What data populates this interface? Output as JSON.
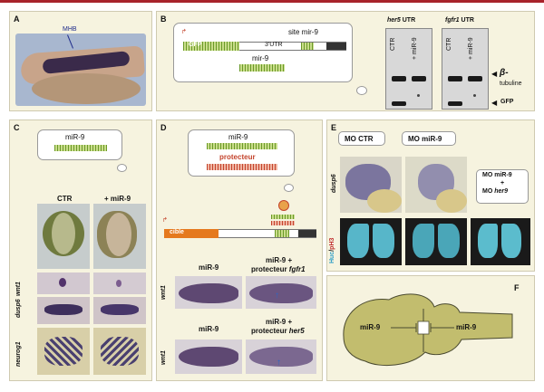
{
  "panels": {
    "a": {
      "label": "A",
      "mhb": "MHB"
    },
    "b": {
      "label": "B",
      "gfp": "GFP",
      "utr3": "3'UTR",
      "site": "site mir-9",
      "mir9": "mir-9",
      "her5_gene": "her5",
      "her5_suffix": " UTR",
      "fgfr1_gene": "fgfr1",
      "fgfr1_suffix": " UTR",
      "ctr1": "CTR",
      "mir9a": "+ miR-9",
      "ctr2": "CTR",
      "mir9b": "+ miR-9",
      "beta": "β-",
      "tubuline": "tubuline",
      "gfp_band": "GFP"
    },
    "c": {
      "label": "C",
      "mir9": "miR-9",
      "ctr": "CTR",
      "plus": "+ miR-9",
      "dusp6": "dusp6",
      "wnt1": "wnt1",
      "neurog1": "neurog1"
    },
    "d": {
      "label": "D",
      "mir9": "miR-9",
      "protecteur": "protecteur",
      "cible": "cible",
      "wnt1a": "wnt1",
      "wnt1b": "wnt1",
      "img1": "miR-9",
      "img2_line1": "miR-9 +",
      "img2_line2": "protecteur ",
      "img2_gene": "fgfr1",
      "img3": "miR-9",
      "img4_line1": "miR-9 +",
      "img4_line2": "protecteur ",
      "img4_gene": "her5"
    },
    "e": {
      "label": "E",
      "mo_ctr": "MO CTR",
      "mo_mir9": "MO miR-9",
      "mo3_line1": "MO miR-9",
      "mo3_line2": "+",
      "mo3_line3": "MO ",
      "mo3_gene": "her9",
      "dusp6": "dusp6",
      "huc": "Huc",
      "ph3": "pH3"
    },
    "f": {
      "label": "F",
      "mir9_left": "miR-9",
      "mir9_right": "miR-9"
    }
  },
  "colors": {
    "rule": "#a8232b",
    "panel_bg": "#f6f3df",
    "gfp_green": "#6a9a28",
    "mir_green": "#c9dc8a",
    "protector_red": "#c4442c",
    "cible_orange": "#e5791e",
    "brain_fill": "#c2bd6e",
    "huc_cyan": "#57b6c9",
    "ph3_red": "#c03030"
  }
}
